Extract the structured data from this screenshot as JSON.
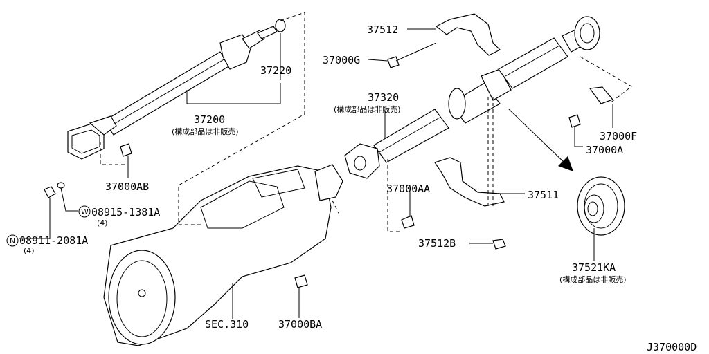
{
  "labels": {
    "p37512": "37512",
    "p37000G": "37000G",
    "p37320": "37320",
    "p37320_note": "(構成部品は非販売)",
    "p37220": "37220",
    "p37200": "37200",
    "p37200_note": "(構成部品は非販売)",
    "p37000F": "37000F",
    "p37000A": "37000A",
    "p37000AB": "37000AB",
    "p37000AA": "37000AA",
    "p37511": "37511",
    "p08915": "08915-1381A",
    "p08915_qty": "(4)",
    "w_mark": "W",
    "p08911": "08911-2081A",
    "p08911_qty": "(4)",
    "n_mark": "N",
    "p37512B": "37512B",
    "p37521KA": "37521KA",
    "p37521KA_note": "(構成部品は非販売)",
    "sec310": "SEC.310",
    "p37000BA": "37000BA",
    "diagram_code": "J370000D"
  }
}
